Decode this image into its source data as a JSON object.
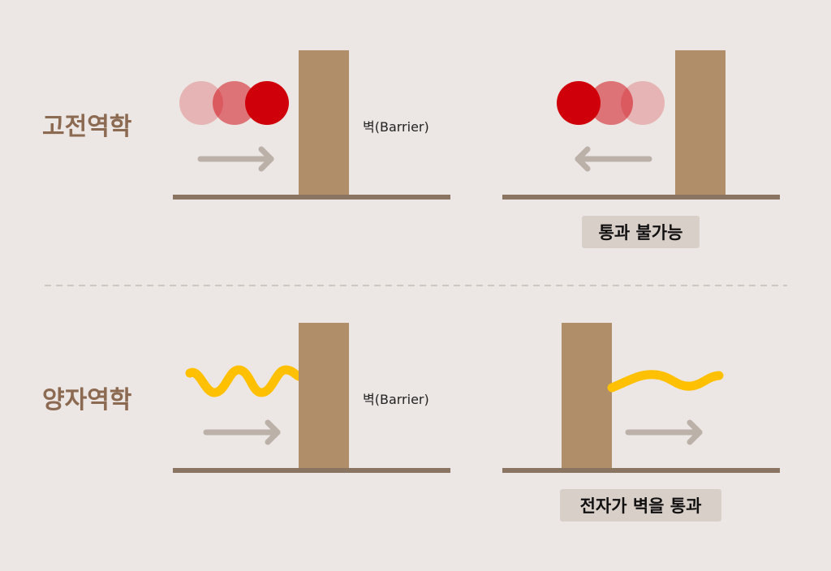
{
  "sections": {
    "classical": {
      "title": "고전역학",
      "barrier_label": "벽(Barrier)",
      "result_label": "통과 불가능"
    },
    "quantum": {
      "title": "양자역학",
      "barrier_label": "벽(Barrier)",
      "result_label": "전자가 벽을 통과"
    }
  },
  "colors": {
    "background": "#ece7e4",
    "barrier": "#b08e6a",
    "ground": "#8a7563",
    "arrow": "#bcb1a8",
    "wave": "#ffc000",
    "particle": "#d0000a",
    "tag_background": "#d9cfc9",
    "title": "#8c6a52"
  }
}
